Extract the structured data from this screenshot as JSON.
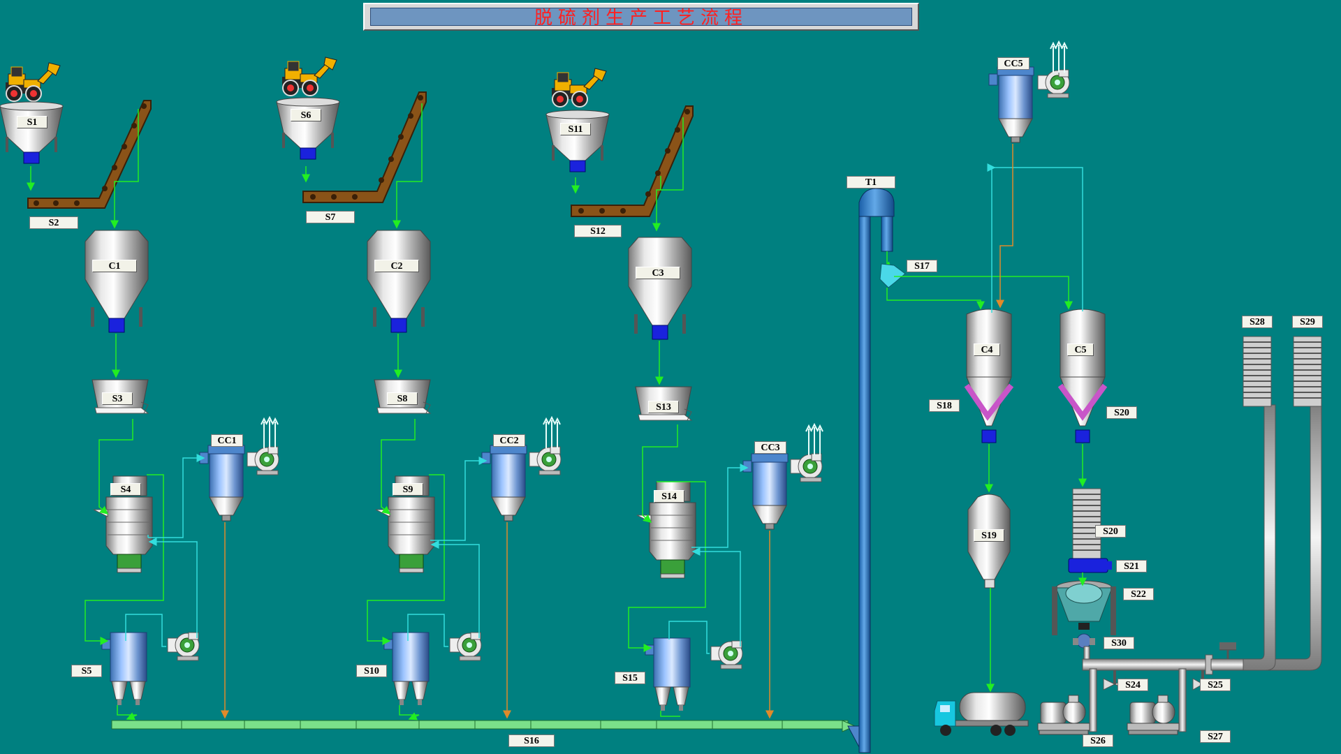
{
  "title": "脱硫剂生产工艺流程",
  "colors": {
    "background": "#008080",
    "flow_material": "#22ee22",
    "flow_air": "#33dddd",
    "flow_dust": "#e08a2a",
    "motor": "#1a22dd"
  },
  "labels": {
    "S1": "S1",
    "S2": "S2",
    "S3": "S3",
    "S4": "S4",
    "S5": "S5",
    "S6": "S6",
    "S7": "S7",
    "S8": "S8",
    "S9": "S9",
    "S10": "S10",
    "S11": "S11",
    "S12": "S12",
    "S13": "S13",
    "S14": "S14",
    "S15": "S15",
    "S16": "S16",
    "S17": "S17",
    "S18": "S18",
    "S19": "S19",
    "S20a": "S20",
    "S20b": "S20",
    "S21": "S21",
    "S22": "S22",
    "S24": "S24",
    "S25": "S25",
    "S26": "S26",
    "S27": "S27",
    "S28": "S28",
    "S29": "S29",
    "S30": "S30",
    "C1": "C1",
    "C2": "C2",
    "C3": "C3",
    "C4": "C4",
    "C5": "C5",
    "CC1": "CC1",
    "CC2": "CC2",
    "CC3": "CC3",
    "CC5": "CC5",
    "T1": "T1"
  },
  "icons": {
    "loader": "wheel-loader-icon",
    "truck": "tanker-truck-icon",
    "fan": "centrifugal-fan-icon",
    "pump": "pump-icon",
    "valve": "valve-icon",
    "exhaust": "exhaust-arrows-icon"
  }
}
